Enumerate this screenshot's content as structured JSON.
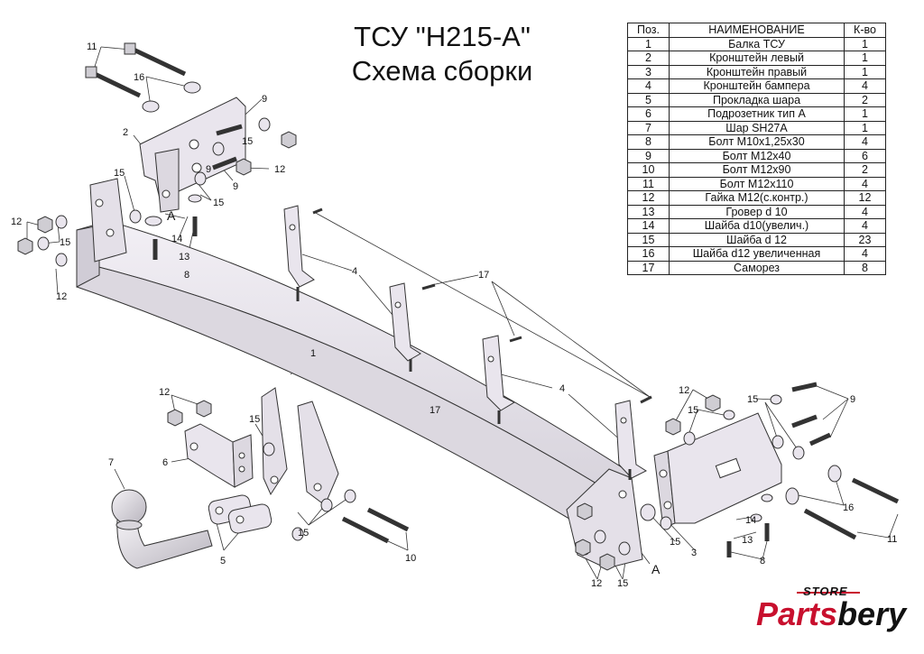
{
  "title": {
    "line1": "ТСУ \"H215-A\"",
    "line2": "Схема сборки"
  },
  "table": {
    "headers": [
      "Поз.",
      "НАИМЕНОВАНИЕ",
      "К-во"
    ],
    "rows": [
      [
        "1",
        "Балка ТСУ",
        "1"
      ],
      [
        "2",
        "Кронштейн левый",
        "1"
      ],
      [
        "3",
        "Кронштейн правый",
        "1"
      ],
      [
        "4",
        "Кронштейн бампера",
        "4"
      ],
      [
        "5",
        "Прокладка  шара",
        "2"
      ],
      [
        "6",
        "Подрозетник тип А",
        "1"
      ],
      [
        "7",
        "Шар SH27A",
        "1"
      ],
      [
        "8",
        "Болт М10х1,25х30",
        "4"
      ],
      [
        "9",
        "Болт М12х40",
        "6"
      ],
      [
        "10",
        "Болт М12х90",
        "2"
      ],
      [
        "11",
        "Болт М12х110",
        "4"
      ],
      [
        "12",
        "Гайка М12(с.контр.)",
        "12"
      ],
      [
        "13",
        "Гровер d 10",
        "4"
      ],
      [
        "14",
        "Шайба d10(увелич.)",
        "4"
      ],
      [
        "15",
        "Шайба d 12",
        "23"
      ],
      [
        "16",
        "Шайба d12 увеличенная",
        "4"
      ],
      [
        "17",
        "Саморез",
        "8"
      ]
    ]
  },
  "callouts": {
    "c11a": "11",
    "c16a": "16",
    "c9a": "9",
    "c2": "2",
    "c15a": "15",
    "c12a": "12",
    "c9b": "9",
    "c9c": "9",
    "c15b": "15",
    "c15c": "15",
    "c12b": "12",
    "c15d": "15",
    "c12c": "12",
    "cA1": "A",
    "c14a": "14",
    "c13a": "13",
    "c8a": "8",
    "c4a": "4",
    "c17a": "17",
    "c1": "1",
    "c17b": "17",
    "c4b": "4",
    "c12d": "12",
    "c15e": "15",
    "c6": "6",
    "c7": "7",
    "c5": "5",
    "c15f": "15",
    "c10": "10",
    "c12e": "12",
    "c15g": "15",
    "c15h": "15",
    "c9d": "9",
    "c15i": "15",
    "c3": "3",
    "cA2": "A",
    "c12f": "12",
    "c15j": "15",
    "c16b": "16",
    "c14b": "14",
    "c13b": "13",
    "c8b": "8",
    "c11b": "11"
  },
  "logo": {
    "store": "STORE",
    "brand_part1": "Parts",
    "brand_part2": "bery"
  },
  "colors": {
    "part_fill": "#e9e5ed",
    "hardware_fill": "#cfcdd3",
    "line": "#333333",
    "brand_red": "#c8102e"
  }
}
